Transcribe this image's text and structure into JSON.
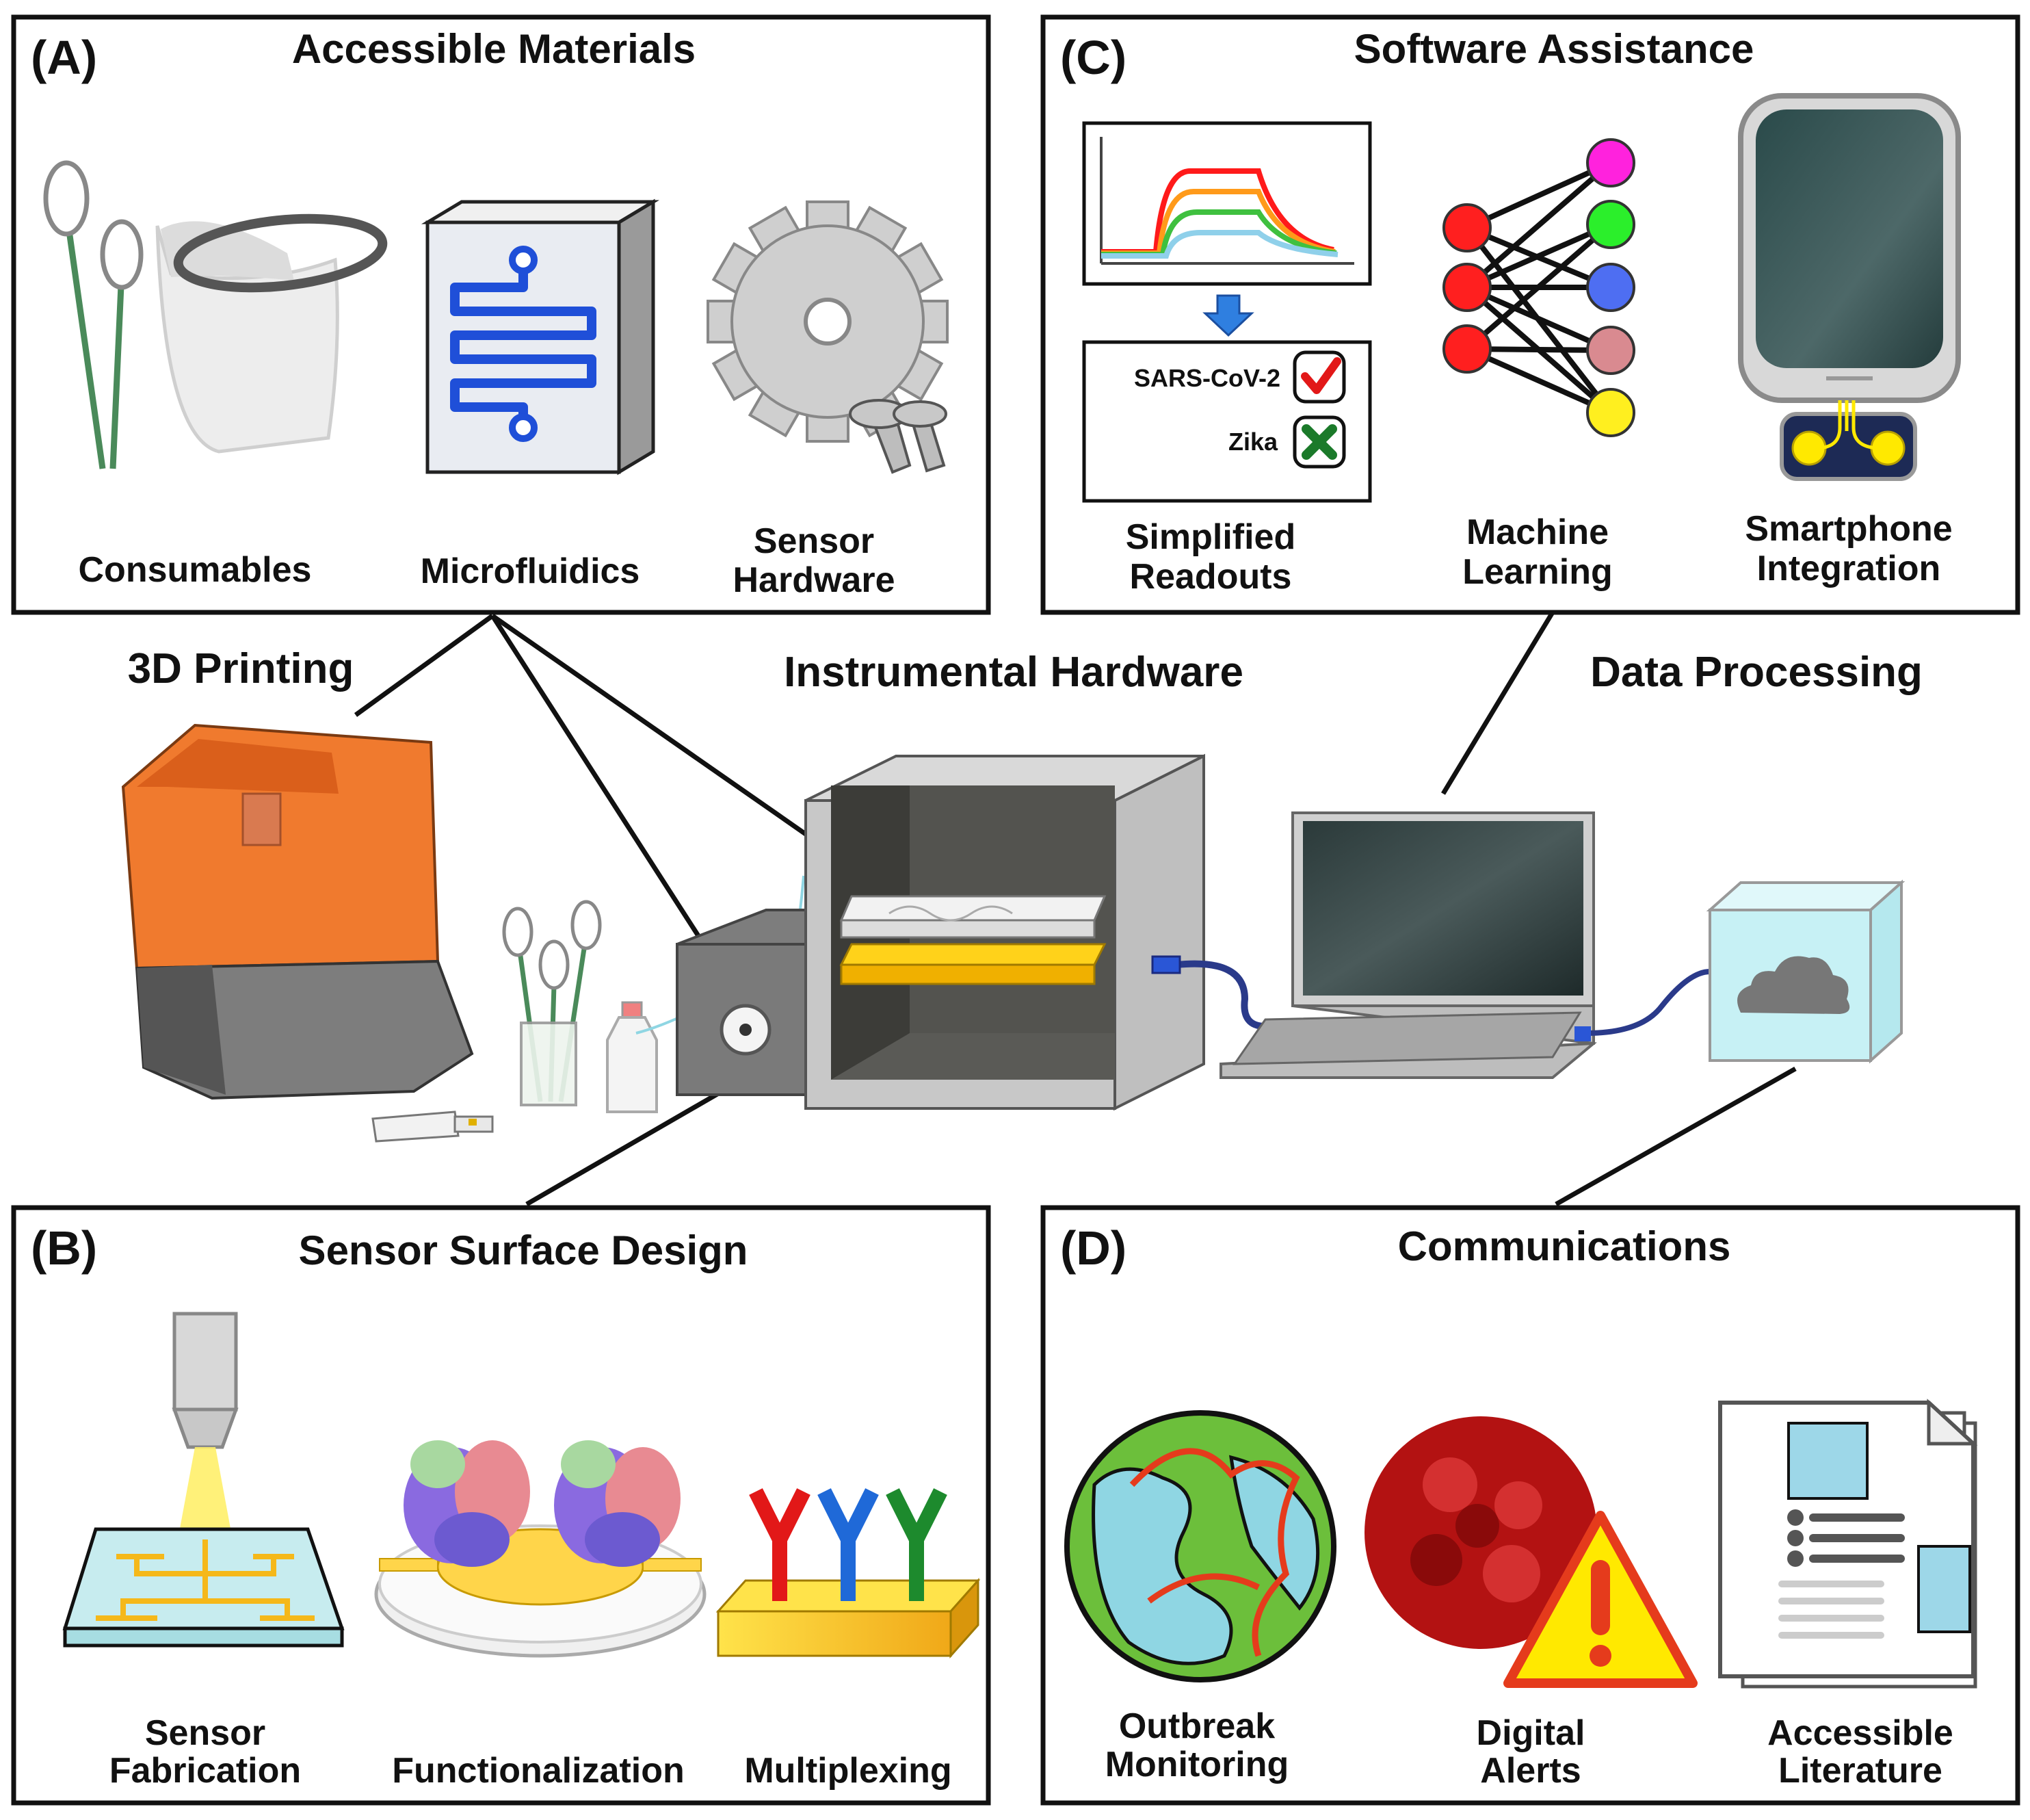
{
  "colors": {
    "stroke": "#111111",
    "swab_stick": "#4a8a5a",
    "microfluidic_channel": "#1f4fd8",
    "gear": "#cfcfcf",
    "printer_orange": "#f07a2e",
    "printer_gray": "#7d7d7d",
    "gold": "#f5c51a",
    "globe_water": "#8fd6e3",
    "globe_land": "#6cbf3b",
    "alert_yellow": "#ffe900",
    "alert_red": "#e53b1c",
    "virus_red": "#b31212",
    "cloud_box": "#c7f1f5",
    "ab_red": "#e21818",
    "ab_blue": "#1f69d8",
    "ab_green": "#1d8a2d",
    "node_red": "#ff1f1f",
    "node_magenta": "#ff22dd",
    "node_green": "#2bef2b",
    "node_blue": "#4e6ef2",
    "node_pink": "#d98a90",
    "node_yellow": "#ffef1f"
  },
  "panels": {
    "A": {
      "letter": "(A)",
      "title": "Accessible Materials",
      "items": [
        "Consumables",
        "Microfluidics"
      ],
      "sensor_hardware": [
        "Sensor",
        "Hardware"
      ]
    },
    "B": {
      "letter": "(B)",
      "title": "Sensor Surface Design",
      "sensor_fabrication": [
        "Sensor",
        "Fabrication"
      ],
      "functionalization": "Functionalization",
      "multiplexing": "Multiplexing"
    },
    "C": {
      "letter": "(C)",
      "title": "Software Assistance",
      "simplified_readouts": [
        "Simplified",
        "Readouts"
      ],
      "machine_learning": [
        "Machine",
        "Learning"
      ],
      "smartphone_integration": [
        "Smartphone",
        "Integration"
      ],
      "readout_items": [
        "SARS-CoV-2",
        "Zika"
      ]
    },
    "D": {
      "letter": "(D)",
      "title": "Communications",
      "outbreak_monitoring": [
        "Outbreak",
        "Monitoring"
      ],
      "digital_alerts": [
        "Digital",
        "Alerts"
      ],
      "accessible_literature": [
        "Accessible",
        "Literature"
      ]
    }
  },
  "center": {
    "printing": "3D Printing",
    "instrumental_hardware": "Instrumental Hardware",
    "data_processing": "Data Processing"
  },
  "icons": [
    "swab-icon",
    "face-shield-icon",
    "microfluidic-chip-icon",
    "gear-icon",
    "screw-icon",
    "line-chart-icon",
    "down-arrow-icon",
    "check-icon",
    "cross-icon",
    "neural-network-icon",
    "smartphone-icon",
    "printer-icon",
    "syringe-pump-icon",
    "instrument-box-icon",
    "laptop-icon",
    "cloud-icon",
    "laser-icon",
    "electrode-chip-icon",
    "protein-icon",
    "antibody-icon",
    "globe-icon",
    "virus-icon",
    "warning-icon",
    "document-icon"
  ]
}
